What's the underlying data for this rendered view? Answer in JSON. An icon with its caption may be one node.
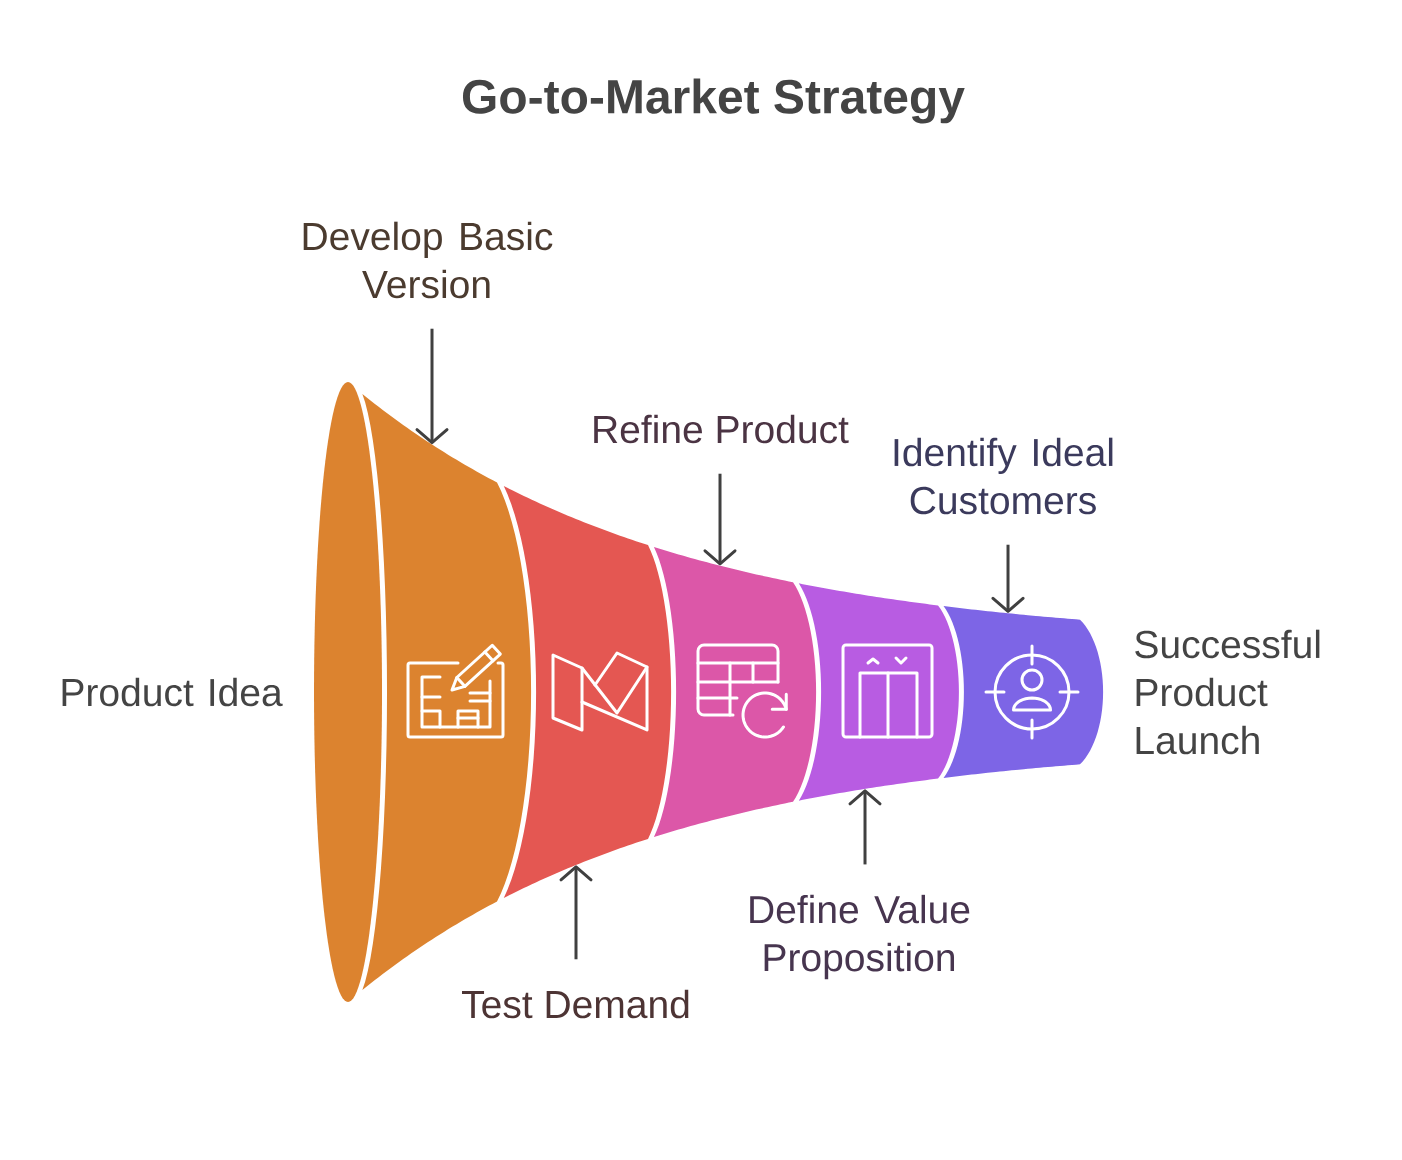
{
  "diagram": {
    "title": "Go-to-Market Strategy",
    "nodes": [
      {
        "text": [],
        "shape": "band",
        "beside": [
          "Product Idea"
        ]
      },
      {
        "text": [],
        "shape": "band"
      },
      {
        "text": [],
        "shape": "band"
      },
      {
        "text": [],
        "shape": "band"
      },
      {
        "text": [],
        "shape": "band",
        "beside": [
          "Successful Product Launch"
        ]
      },
      {
        "text": [
          "Develop Basic Version"
        ]
      },
      {
        "text": [
          "Test Demand"
        ]
      },
      {
        "text": [
          "Refine Product"
        ]
      },
      {
        "text": [
          "Define Value Proposition"
        ]
      },
      {
        "text": [
          "Identify Ideal Customers"
        ]
      }
    ],
    "edges": [
      {
        "from": 5,
        "to": 0,
        "arrow": "to"
      },
      {
        "from": 6,
        "to": 1,
        "arrow": "to"
      },
      {
        "from": 7,
        "to": 2,
        "arrow": "to"
      },
      {
        "from": 8,
        "to": 3,
        "arrow": "to"
      },
      {
        "from": 9,
        "to": 4,
        "arrow": "to"
      }
    ]
  }
}
